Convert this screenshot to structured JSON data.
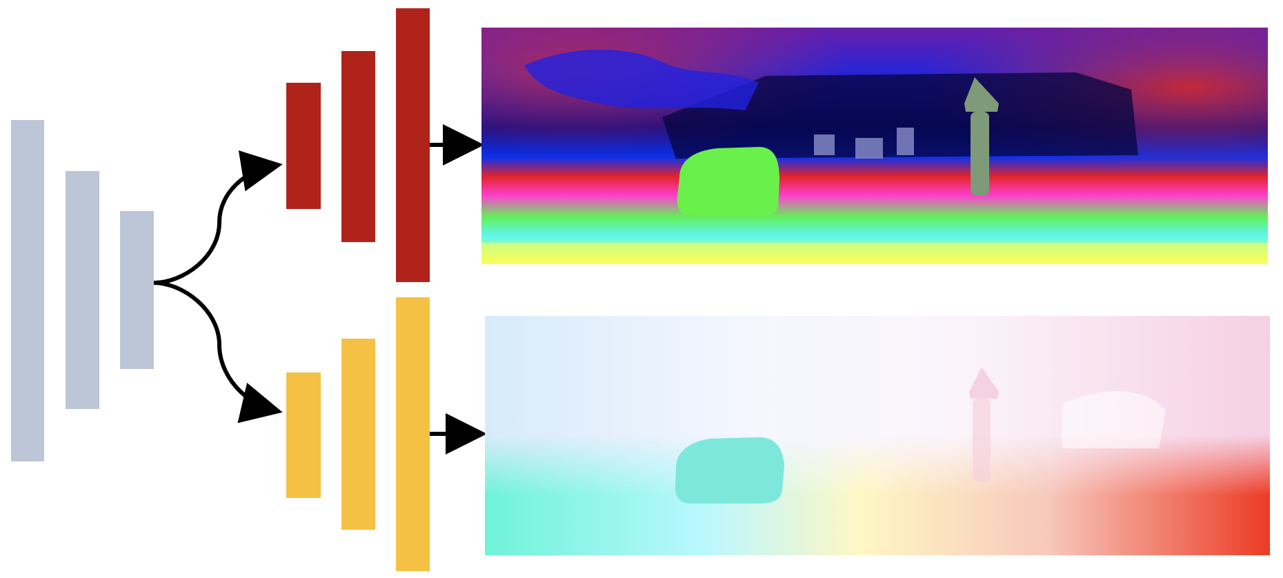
{
  "colors": {
    "encoder": "#bcc6d6",
    "decoder_top": "#b0231b",
    "decoder_bottom": "#f5c144",
    "arrow": "#000000",
    "background": "#ffffff"
  },
  "encoder": {
    "layer_count": 3
  },
  "decoder_top": {
    "layer_count": 3,
    "output": "depth-map-colored"
  },
  "decoder_bottom": {
    "layer_count": 3,
    "output": "surface-normal-map"
  },
  "icons": [
    "arrow-right-icon",
    "branch-arrow-icon"
  ]
}
